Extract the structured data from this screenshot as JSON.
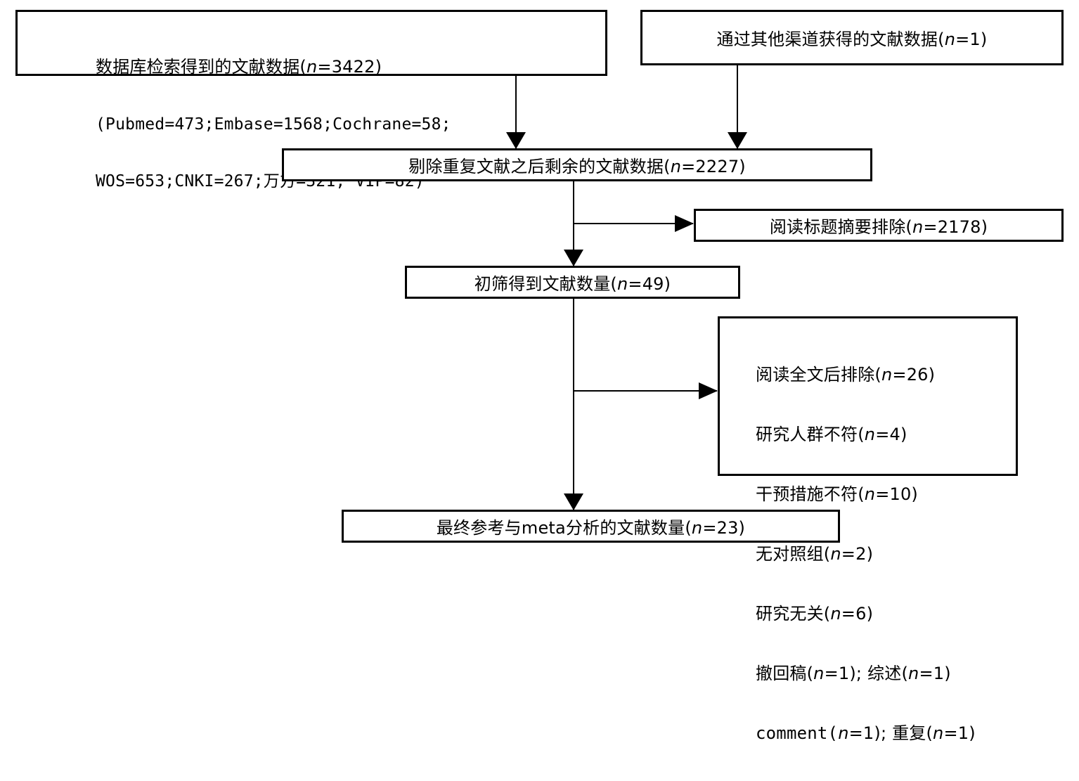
{
  "diagram": {
    "box_db": {
      "line1_pre": "数据库检索得到的文献数据(",
      "line1_var": "n",
      "line1_post": "=3422)",
      "line2": "(Pubmed=473;Embase=1568;Cochrane=58;",
      "line3": "WOS=653;CNKI=267;万方=321; VIP=82)"
    },
    "box_other": {
      "pre": "通过其他渠道获得的文献数据(",
      "var": "n",
      "post": "=1)"
    },
    "box_dedup": {
      "pre": "剔除重复文献之后剩余的文献数据(",
      "var": "n",
      "post": "=2227)"
    },
    "box_excl_title": {
      "pre": "阅读标题摘要排除(",
      "var": "n",
      "post": "=2178)"
    },
    "box_screen": {
      "pre": "初筛得到文献数量(",
      "var": "n",
      "post": "=49)"
    },
    "box_excl_full": {
      "rows": [
        {
          "pre": "阅读全文后排除(",
          "var": "n",
          "post": "=26)"
        },
        {
          "pre": "研究人群不符(",
          "var": "n",
          "post": "=4)"
        },
        {
          "pre": "干预措施不符(",
          "var": "n",
          "post": "=10)"
        },
        {
          "pre": "无对照组(",
          "var": "n",
          "post": "=2)"
        },
        {
          "pre": "研究无关(",
          "var": "n",
          "post": "=6)"
        },
        {
          "pre": "撤回稿(",
          "var": "n",
          "post": "=1); 综述(",
          "var2": "n",
          "post2": "=1)"
        },
        {
          "pre": "comment(",
          "var": "n",
          "post": "=1); 重复(",
          "var2": "n",
          "post2": "=1)"
        }
      ]
    },
    "box_final": {
      "pre": "最终参考与meta分析的文献数量(",
      "var": "n",
      "post": "=23)"
    }
  }
}
